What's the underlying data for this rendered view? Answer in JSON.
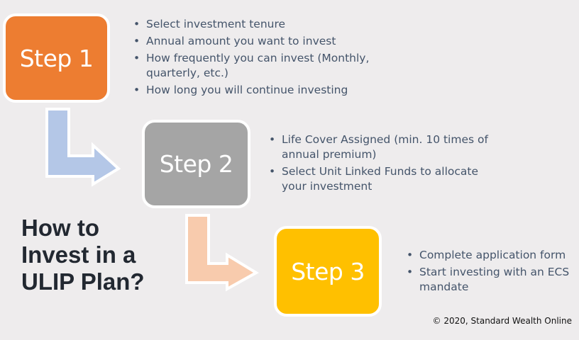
{
  "title": {
    "lines": [
      "How to",
      "Invest in a",
      "ULIP Plan?"
    ]
  },
  "steps": [
    {
      "label": "Step 1",
      "color": "#ED7D31",
      "bullets": [
        "Select investment tenure",
        "Annual amount you want to invest",
        "How frequently you can invest (Monthly, quarterly, etc.)",
        "How long you will continue investing"
      ]
    },
    {
      "label": "Step 2",
      "color": "#A5A5A5",
      "bullets": [
        "Life Cover Assigned (min. 10 times of annual premium)",
        "Select Unit Linked Funds to allocate your investment"
      ]
    },
    {
      "label": "Step 3",
      "color": "#FFC000",
      "bullets": [
        "Complete application form",
        "Start investing with an ECS mandate"
      ]
    }
  ],
  "arrows": [
    {
      "name": "step1-to-step2",
      "color": "#B4C7E7"
    },
    {
      "name": "step2-to-step3",
      "color": "#F8CBAD"
    }
  ],
  "footer": {
    "copyright": "© 2020, Standard Wealth Online"
  }
}
